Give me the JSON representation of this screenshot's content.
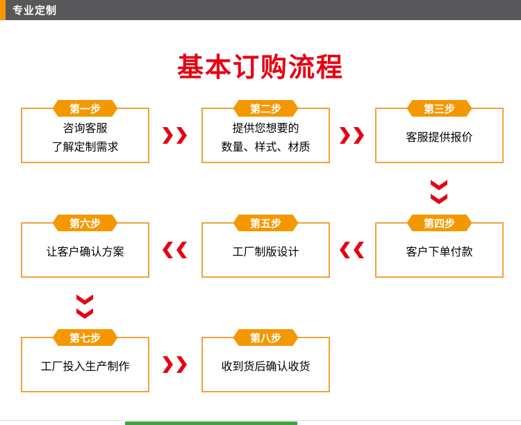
{
  "header": {
    "title": "专业定制"
  },
  "page_title": "基本订购流程",
  "colors": {
    "header_bg": "#58585a",
    "accent_orange": "#f39800",
    "box_border": "#f0a13a",
    "arrow_red": "#e60012",
    "title_red": "#e60012",
    "bottom_green": "#3da53a"
  },
  "steps": [
    {
      "badge": "第一步",
      "lines": [
        "咨询客服",
        "了解定制需求"
      ]
    },
    {
      "badge": "第二步",
      "lines": [
        "提供您想要的",
        "数量、样式、材质"
      ]
    },
    {
      "badge": "第三步",
      "lines": [
        "客服提供报价"
      ]
    },
    {
      "badge": "第四步",
      "lines": [
        "客户下单付款"
      ]
    },
    {
      "badge": "第五步",
      "lines": [
        "工厂制版设计"
      ]
    },
    {
      "badge": "第六步",
      "lines": [
        "让客户确认方案"
      ]
    },
    {
      "badge": "第七步",
      "lines": [
        "工厂投入生产制作"
      ]
    },
    {
      "badge": "第八步",
      "lines": [
        "收到货后确认收货"
      ]
    }
  ]
}
